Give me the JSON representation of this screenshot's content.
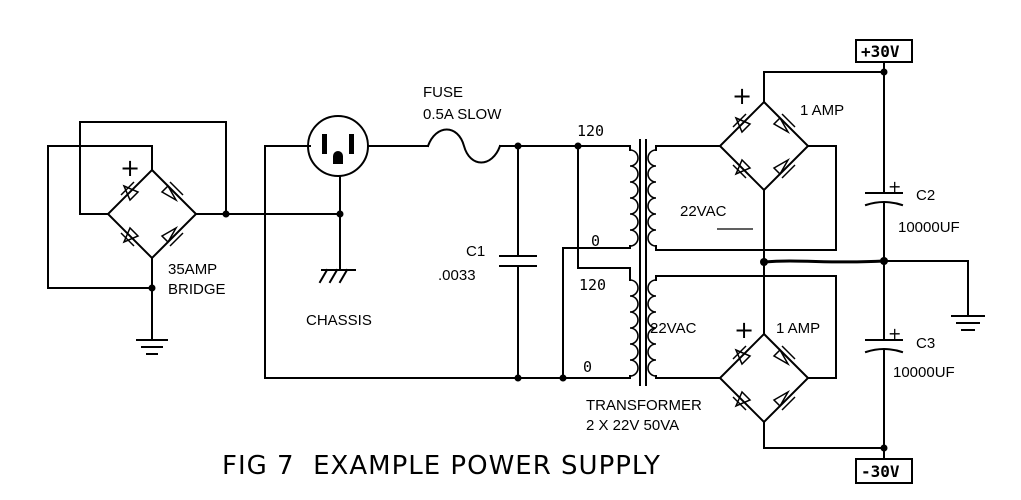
{
  "diagram": {
    "title": "FIG 7  EXAMPLE POWER SUPPLY",
    "labels": {
      "fuse": "FUSE",
      "fuse_rating": "0.5A SLOW",
      "chassis": "CHASSIS",
      "bridge_amp": "35AMP",
      "bridge": "BRIDGE",
      "c1": "C1",
      "c1_value": ".0033",
      "primary_top_120": "120",
      "primary_top_0": "0",
      "primary_bot_120": "120",
      "primary_bot_0": "0",
      "sec_top": "22VAC",
      "sec_bot": "22VAC",
      "rect_top_amp": "1 AMP",
      "rect_bot_amp": "1 AMP",
      "transformer": "TRANSFORMER",
      "transformer_rating": "2 X 22V  50VA",
      "c2": "C2",
      "c2_value": "10000UF",
      "c3": "C3",
      "c3_value": "10000UF",
      "pos_rail": "+30V",
      "neg_rail": "-30V",
      "plus": "+",
      "cap_plus": "+"
    }
  }
}
